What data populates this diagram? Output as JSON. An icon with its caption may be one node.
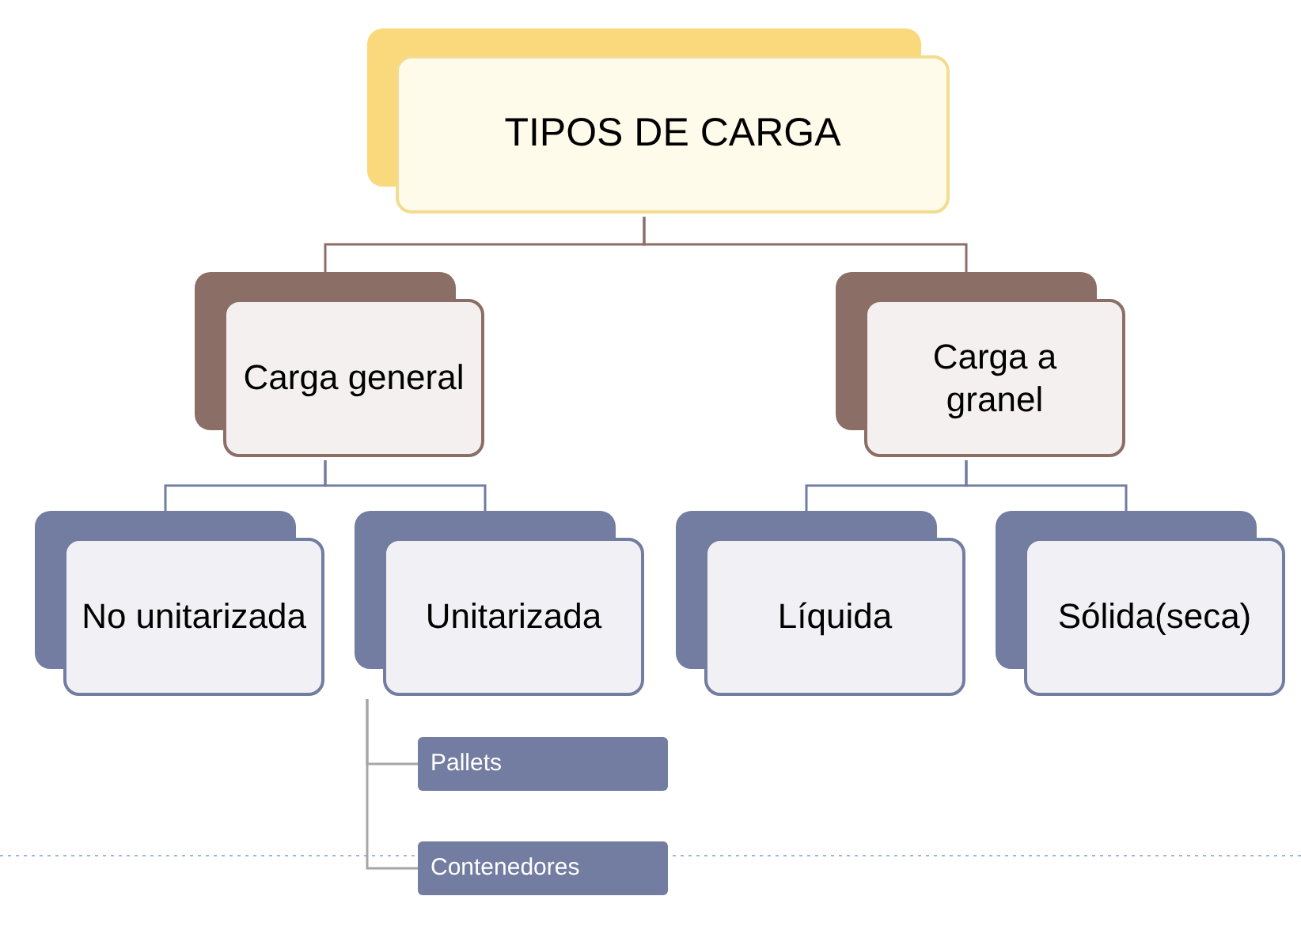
{
  "diagram": {
    "nodes": [
      {
        "text": [
          "TIPOS DE CARGA"
        ]
      },
      {
        "text": [
          "Carga general"
        ]
      },
      {
        "text": [
          "Carga a granel"
        ]
      },
      {
        "text": [
          "No unitarizada"
        ]
      },
      {
        "text": [
          "Unitarizada"
        ]
      },
      {
        "text": [
          "Líquida"
        ]
      },
      {
        "text": [
          "Sólida(seca)"
        ]
      },
      {
        "text": [
          "Pallets"
        ]
      },
      {
        "text": [
          "Contenedores"
        ]
      }
    ],
    "edges": [
      {
        "from": 0,
        "to": 1,
        "arrow": "none",
        "color": "#8b6f66"
      },
      {
        "from": 0,
        "to": 2,
        "arrow": "none",
        "color": "#8b6f66"
      },
      {
        "from": 1,
        "to": 3,
        "arrow": "none"
      },
      {
        "from": 1,
        "to": 4,
        "arrow": "none"
      },
      {
        "from": 2,
        "to": 5,
        "arrow": "none"
      },
      {
        "from": 2,
        "to": 6,
        "arrow": "none"
      },
      {
        "from": 4,
        "to": 7,
        "arrow": "none",
        "color": "#a6a6a6"
      },
      {
        "from": 4,
        "to": 8,
        "arrow": "none",
        "color": "#a6a6a6"
      }
    ]
  }
}
